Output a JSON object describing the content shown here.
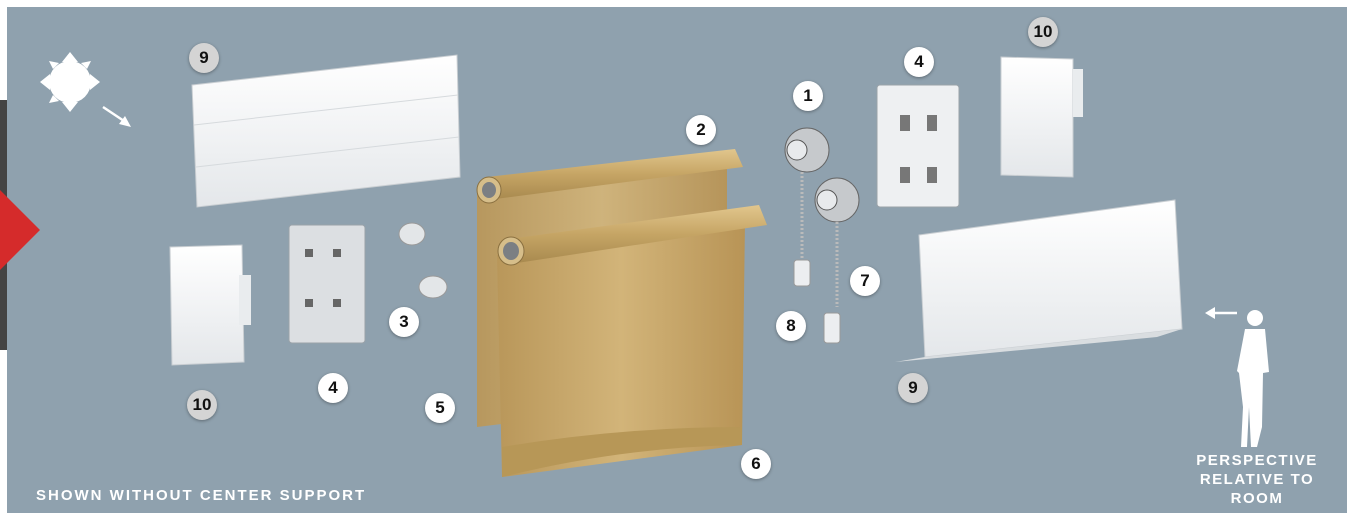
{
  "labels": {
    "callouts": [
      "9",
      "10",
      "4",
      "3",
      "5",
      "2",
      "6",
      "1",
      "7",
      "8",
      "4",
      "10",
      "9"
    ],
    "caption_bottom": "SHOWN WITHOUT CENTER SUPPORT",
    "perspective": [
      "PERSPECTIVE",
      "RELATIVE TO",
      "ROOM"
    ]
  },
  "colors": {
    "background": "#8fa1ae",
    "fabric": "#c8a96b",
    "panel": "#f2f4f5"
  },
  "icons": [
    "sun-icon",
    "direction-arrow-icon",
    "person-silhouette-icon",
    "brand-logo-icon"
  ]
}
